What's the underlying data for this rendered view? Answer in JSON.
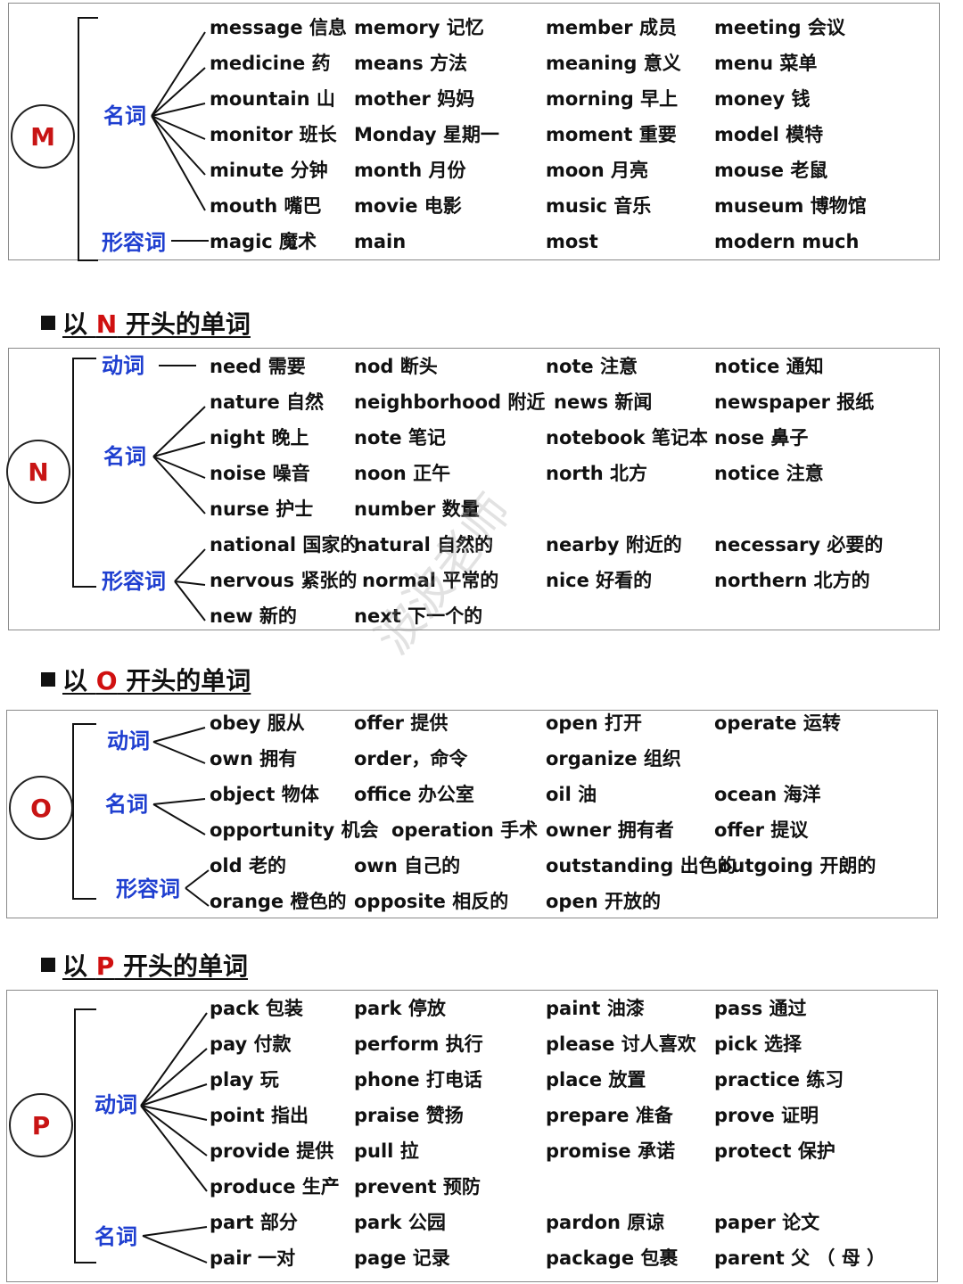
{
  "headings": {
    "N": {
      "prefix": "以 ",
      "letter": "N",
      "suffix": " 开头的单词"
    },
    "O": {
      "prefix": "以 ",
      "letter": "O",
      "suffix": " 开头的单词"
    },
    "P": {
      "prefix": "以 ",
      "letter": "P",
      "suffix": " 开头的单词"
    }
  },
  "watermark": "波波老师",
  "sections": {
    "M": {
      "letter": "M",
      "groups": [
        {
          "label": "名词",
          "rows": [
            [
              "message 信息",
              "memory 记忆",
              "member 成员",
              "meeting 会议"
            ],
            [
              "medicine  药",
              "means 方法",
              "meaning 意义",
              "menu  菜单"
            ],
            [
              "mountain  山",
              "mother 妈妈",
              "morning 早上",
              "money 钱"
            ],
            [
              "monitor  班长",
              "Monday  星期一",
              "moment  重要",
              "model 模特"
            ],
            [
              "minute 分钟",
              "month 月份",
              "moon  月亮",
              "mouse  老鼠"
            ],
            [
              "mouth  嘴巴",
              "movie 电影",
              "music  音乐",
              "museum 博物馆"
            ]
          ]
        },
        {
          "label": "形容词",
          "rows": [
            [
              "magic 魔术",
              "main",
              "most",
              "modern much"
            ]
          ]
        }
      ]
    },
    "N": {
      "letter": "N",
      "groups": [
        {
          "label": "动词",
          "rows": [
            [
              "need  需要",
              "nod  断头",
              "note  注意",
              "notice 通知"
            ]
          ]
        },
        {
          "label": "名词",
          "rows": [
            [
              "nature  自然",
              "neighborhood 附近",
              "news  新闻",
              "newspaper  报纸"
            ],
            [
              "night 晚上",
              "note 笔记",
              "notebook 笔记本",
              "nose  鼻子"
            ],
            [
              "noise  噪音",
              "noon  正午",
              "north  北方",
              "notice 注意"
            ],
            [
              "nurse  护士",
              "number 数量",
              "",
              ""
            ]
          ]
        },
        {
          "label": "形容词",
          "rows": [
            [
              "national 国家的",
              "natural 自然的",
              "nearby 附近的",
              "necessary  必要的"
            ],
            [
              "nervous 紧张的",
              "normal  平常的",
              "nice  好看的",
              "northern  北方的"
            ],
            [
              "new  新的",
              "next  下一个的",
              "",
              ""
            ]
          ]
        }
      ]
    },
    "O": {
      "letter": "O",
      "groups": [
        {
          "label": "动词",
          "rows": [
            [
              "obey  服从",
              "offer  提供",
              "open  打开",
              "operate  运转"
            ],
            [
              "own  拥有",
              "order，命令",
              "organize  组织",
              ""
            ]
          ]
        },
        {
          "label": "名词",
          "rows": [
            [
              "object  物体",
              "office 办公室",
              "oil  油",
              "ocean 海洋"
            ],
            [
              "opportunity 机会",
              "operation 手术",
              "owner 拥有者",
              "offer 提议"
            ]
          ]
        },
        {
          "label": "形容词",
          "rows": [
            [
              "old 老的",
              "own 自己的",
              "outstanding 出色的",
              "outgoing  开朗的"
            ],
            [
              "orange 橙色的",
              "opposite  相反的",
              "open 开放的",
              ""
            ]
          ]
        }
      ]
    },
    "P": {
      "letter": "P",
      "groups": [
        {
          "label": "动词",
          "rows": [
            [
              "pack  包装",
              "park 停放",
              "paint  油漆",
              "pass  通过"
            ],
            [
              "pay  付款",
              "perform  执行",
              "please 讨人喜欢",
              "pick  选择"
            ],
            [
              "play 玩",
              "phone 打电话",
              "place  放置",
              "practice 练习"
            ],
            [
              "point  指出",
              "praise  赞扬",
              "prepare 准备",
              "prove 证明"
            ],
            [
              "provide 提供",
              "pull  拉",
              "promise 承诺",
              "protect 保护"
            ],
            [
              "produce  生产",
              "prevent 预防",
              "",
              ""
            ]
          ]
        },
        {
          "label": "名词",
          "rows": [
            [
              "part  部分",
              "park  公园",
              "pardon  原谅",
              "paper  论文"
            ],
            [
              "pair  一对",
              "page  记录",
              "package  包裹",
              "parent   父 （ 母 ）"
            ]
          ]
        }
      ]
    }
  }
}
